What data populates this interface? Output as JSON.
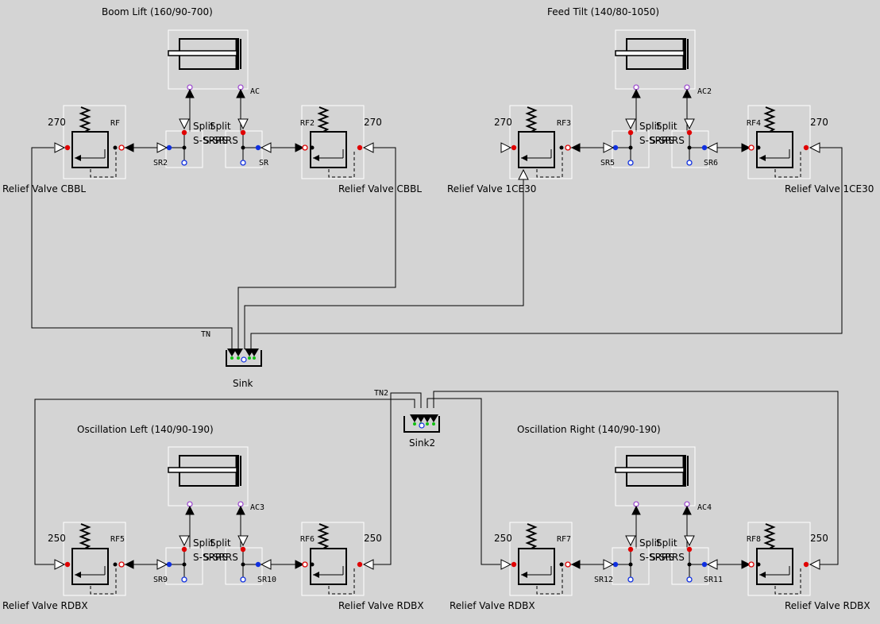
{
  "diagram": {
    "colors": {
      "background": "#d4d4d4",
      "line": "#000000",
      "port_red": "#e00000",
      "port_blue": "#1030e0",
      "port_green": "#10c010",
      "port_purple": "#a050d0",
      "box": "#ffffff"
    },
    "cylinders": [
      {
        "title": "Boom Lift (160/90-700)",
        "tag": "AC"
      },
      {
        "title": "Feed Tilt (140/80-1050)",
        "tag": "AC2"
      },
      {
        "title": "Oscillation Left (140/90-190)",
        "tag": "AC3"
      },
      {
        "title": "Oscillation Right (140/90-190)",
        "tag": "AC4"
      }
    ],
    "relief_valves": [
      {
        "tag": "RF",
        "setting": "270",
        "caption": "Relief Valve CBBL"
      },
      {
        "tag": "RF2",
        "setting": "270",
        "caption": "Relief Valve CBBL"
      },
      {
        "tag": "RF3",
        "setting": "270",
        "caption": "Relief Valve 1CE30"
      },
      {
        "tag": "RF4",
        "setting": "270",
        "caption": "Relief Valve 1CE30"
      },
      {
        "tag": "RF5",
        "setting": "250",
        "caption": "Relief Valve RDBX"
      },
      {
        "tag": "RF6",
        "setting": "250",
        "caption": "Relief Valve RDBX"
      },
      {
        "tag": "RF7",
        "setting": "250",
        "caption": "Relief Valve RDBX"
      },
      {
        "tag": "RF8",
        "setting": "250",
        "caption": "Relief Valve RDBX"
      }
    ],
    "splits": [
      {
        "label": "Split",
        "sublabel": "S-SRRS",
        "tag": "SR2"
      },
      {
        "label": "Split",
        "sublabel": "S-SRRS",
        "tag": "SR"
      },
      {
        "label": "Split",
        "sublabel": "S-SRRS",
        "tag": "SR5"
      },
      {
        "label": "Split",
        "sublabel": "S-SRRS",
        "tag": "SR6"
      },
      {
        "label": "Split",
        "sublabel": "S-SRRS",
        "tag": "SR9"
      },
      {
        "label": "Split",
        "sublabel": "S-SRRS",
        "tag": "SR10"
      },
      {
        "label": "Split",
        "sublabel": "S-SRRS",
        "tag": "SR12"
      },
      {
        "label": "Split",
        "sublabel": "S-SRRS",
        "tag": "SR11"
      }
    ],
    "sinks": [
      {
        "label": "Sink",
        "tag": "TN"
      },
      {
        "label": "Sink2",
        "tag": "TN2"
      }
    ]
  }
}
